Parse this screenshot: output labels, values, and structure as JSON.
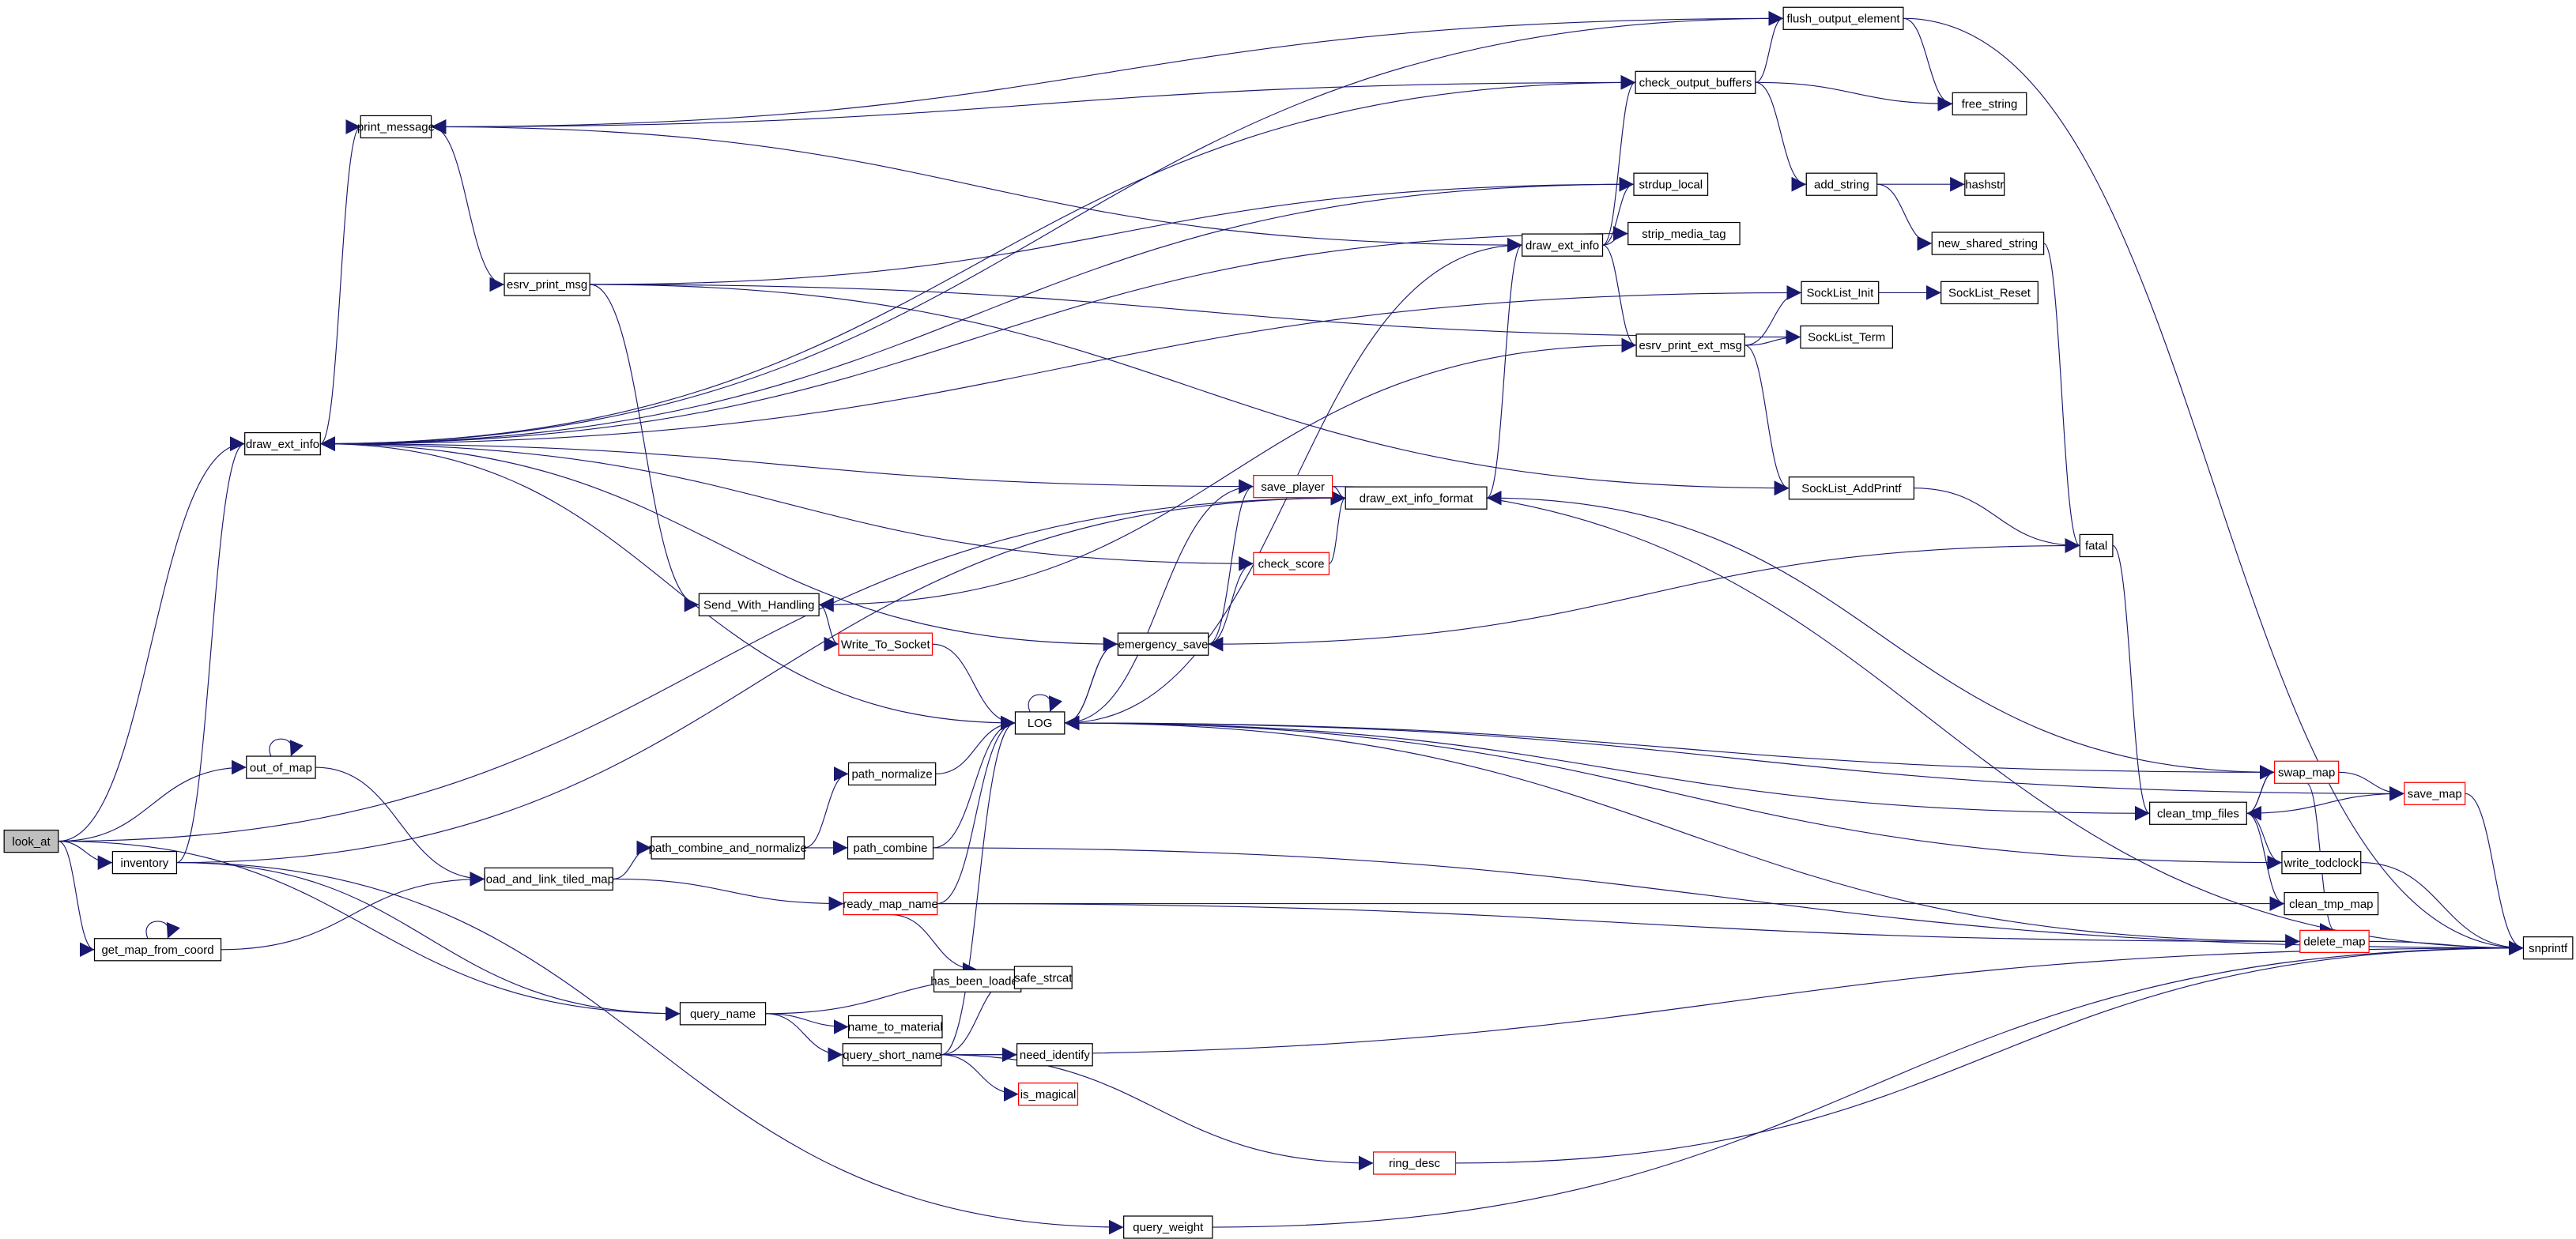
{
  "title": "look_at call graph",
  "colors": {
    "edge": "#191970",
    "border": "#000000",
    "highlight_border": "#ff0000",
    "root_fill": "#bfbfbf"
  },
  "nodes": [
    {
      "id": "look_at",
      "label": "look_at",
      "root": true
    },
    {
      "id": "draw_ext_info_l",
      "label": "draw_ext_info"
    },
    {
      "id": "print_message",
      "label": "print_message"
    },
    {
      "id": "esrv_print_msg",
      "label": "esrv_print_msg"
    },
    {
      "id": "inventory",
      "label": "inventory"
    },
    {
      "id": "out_of_map",
      "label": "out_of_map"
    },
    {
      "id": "get_map_from_coord",
      "label": "get_map_from_coord"
    },
    {
      "id": "load_and_link_tiled_map",
      "label": "load_and_link_tiled_map"
    },
    {
      "id": "path_combine_and_normalize",
      "label": "path_combine_and_normalize"
    },
    {
      "id": "path_normalize",
      "label": "path_normalize"
    },
    {
      "id": "path_combine",
      "label": "path_combine"
    },
    {
      "id": "ready_map_name",
      "label": "ready_map_name",
      "red": true
    },
    {
      "id": "has_been_loaded",
      "label": "has_been_loaded"
    },
    {
      "id": "query_name",
      "label": "query_name"
    },
    {
      "id": "name_to_material",
      "label": "name_to_material"
    },
    {
      "id": "safe_strcat",
      "label": "safe_strcat"
    },
    {
      "id": "query_short_name",
      "label": "query_short_name"
    },
    {
      "id": "need_identify",
      "label": "need_identify"
    },
    {
      "id": "is_magical",
      "label": "is_magical",
      "red": true
    },
    {
      "id": "ring_desc",
      "label": "ring_desc",
      "red": true
    },
    {
      "id": "query_weight",
      "label": "query_weight"
    },
    {
      "id": "Send_With_Handling",
      "label": "Send_With_Handling"
    },
    {
      "id": "Write_To_Socket",
      "label": "Write_To_Socket",
      "red": true
    },
    {
      "id": "LOG",
      "label": "LOG"
    },
    {
      "id": "emergency_save",
      "label": "emergency_save"
    },
    {
      "id": "save_player",
      "label": "save_player",
      "red": true
    },
    {
      "id": "check_score",
      "label": "check_score",
      "red": true
    },
    {
      "id": "draw_ext_info_format",
      "label": "draw_ext_info_format"
    },
    {
      "id": "draw_ext_info_r",
      "label": "draw_ext_info"
    },
    {
      "id": "check_output_buffers",
      "label": "check_output_buffers"
    },
    {
      "id": "flush_output_element",
      "label": "flush_output_element"
    },
    {
      "id": "free_string",
      "label": "free_string"
    },
    {
      "id": "add_string",
      "label": "add_string"
    },
    {
      "id": "hashstr",
      "label": "hashstr"
    },
    {
      "id": "new_shared_string",
      "label": "new_shared_string"
    },
    {
      "id": "strdup_local",
      "label": "strdup_local"
    },
    {
      "id": "strip_media_tag",
      "label": "strip_media_tag"
    },
    {
      "id": "esrv_print_ext_msg",
      "label": "esrv_print_ext_msg"
    },
    {
      "id": "SockList_Init",
      "label": "SockList_Init"
    },
    {
      "id": "SockList_Reset",
      "label": "SockList_Reset"
    },
    {
      "id": "SockList_Term",
      "label": "SockList_Term"
    },
    {
      "id": "SockList_AddPrintf",
      "label": "SockList_AddPrintf"
    },
    {
      "id": "fatal",
      "label": "fatal"
    },
    {
      "id": "clean_tmp_files",
      "label": "clean_tmp_files"
    },
    {
      "id": "swap_map",
      "label": "swap_map",
      "red": true
    },
    {
      "id": "save_map",
      "label": "save_map",
      "red": true
    },
    {
      "id": "write_todclock",
      "label": "write_todclock"
    },
    {
      "id": "clean_tmp_map",
      "label": "clean_tmp_map"
    },
    {
      "id": "delete_map",
      "label": "delete_map",
      "red": true
    },
    {
      "id": "snprintf",
      "label": "snprintf"
    }
  ],
  "edges": [
    [
      "look_at",
      "draw_ext_info_l"
    ],
    [
      "look_at",
      "out_of_map"
    ],
    [
      "look_at",
      "inventory"
    ],
    [
      "look_at",
      "get_map_from_coord"
    ],
    [
      "look_at",
      "query_name"
    ],
    [
      "look_at",
      "draw_ext_info_format"
    ],
    [
      "draw_ext_info_l",
      "print_message"
    ],
    [
      "draw_ext_info_l",
      "check_output_buffers"
    ],
    [
      "draw_ext_info_l",
      "flush_output_element"
    ],
    [
      "draw_ext_info_l",
      "strdup_local"
    ],
    [
      "draw_ext_info_l",
      "strip_media_tag"
    ],
    [
      "draw_ext_info_l",
      "SockList_Init"
    ],
    [
      "draw_ext_info_l",
      "LOG"
    ],
    [
      "print_message",
      "esrv_print_msg"
    ],
    [
      "check_output_buffers",
      "print_message"
    ],
    [
      "flush_output_element",
      "print_message"
    ],
    [
      "draw_ext_info_r",
      "print_message"
    ],
    [
      "esrv_print_msg",
      "strdup_local"
    ],
    [
      "esrv_print_msg",
      "SockList_Term"
    ],
    [
      "esrv_print_msg",
      "SockList_AddPrintf"
    ],
    [
      "esrv_print_msg",
      "Send_With_Handling"
    ],
    [
      "Send_With_Handling",
      "Write_To_Socket"
    ],
    [
      "Write_To_Socket",
      "LOG"
    ],
    [
      "esrv_print_ext_msg",
      "Send_With_Handling"
    ],
    [
      "draw_ext_info_r",
      "check_output_buffers"
    ],
    [
      "draw_ext_info_r",
      "strdup_local"
    ],
    [
      "draw_ext_info_r",
      "strip_media_tag"
    ],
    [
      "draw_ext_info_r",
      "esrv_print_ext_msg"
    ],
    [
      "LOG",
      "draw_ext_info_r"
    ],
    [
      "draw_ext_info_format",
      "draw_ext_info_r"
    ],
    [
      "check_output_buffers",
      "flush_output_element"
    ],
    [
      "check_output_buffers",
      "free_string"
    ],
    [
      "check_output_buffers",
      "add_string"
    ],
    [
      "flush_output_element",
      "free_string"
    ],
    [
      "flush_output_element",
      "snprintf"
    ],
    [
      "add_string",
      "hashstr"
    ],
    [
      "add_string",
      "new_shared_string"
    ],
    [
      "new_shared_string",
      "fatal"
    ],
    [
      "esrv_print_ext_msg",
      "SockList_Init"
    ],
    [
      "esrv_print_ext_msg",
      "SockList_Term"
    ],
    [
      "esrv_print_ext_msg",
      "SockList_AddPrintf"
    ],
    [
      "SockList_Init",
      "SockList_Reset"
    ],
    [
      "SockList_AddPrintf",
      "fatal"
    ],
    [
      "fatal",
      "emergency_save"
    ],
    [
      "fatal",
      "clean_tmp_files"
    ],
    [
      "emergency_save",
      "save_player"
    ],
    [
      "emergency_save",
      "check_score"
    ],
    [
      "emergency_save",
      "LOG"
    ],
    [
      "LOG",
      "emergency_save"
    ],
    [
      "emergency_save",
      "draw_ext_info_l"
    ],
    [
      "save_player",
      "draw_ext_info_format"
    ],
    [
      "save_player",
      "draw_ext_info_l"
    ],
    [
      "save_player",
      "snprintf"
    ],
    [
      "save_player",
      "LOG"
    ],
    [
      "check_score",
      "draw_ext_info_format"
    ],
    [
      "check_score",
      "draw_ext_info_l"
    ],
    [
      "clean_tmp_files",
      "LOG"
    ],
    [
      "clean_tmp_files",
      "swap_map"
    ],
    [
      "clean_tmp_files",
      "save_map"
    ],
    [
      "clean_tmp_files",
      "write_todclock"
    ],
    [
      "clean_tmp_files",
      "clean_tmp_map"
    ],
    [
      "swap_map",
      "LOG"
    ],
    [
      "swap_map",
      "save_map"
    ],
    [
      "swap_map",
      "delete_map"
    ],
    [
      "swap_map",
      "draw_ext_info_format"
    ],
    [
      "swap_map",
      "clean_tmp_files"
    ],
    [
      "save_map",
      "LOG"
    ],
    [
      "save_map",
      "snprintf"
    ],
    [
      "write_todclock",
      "LOG"
    ],
    [
      "write_todclock",
      "snprintf"
    ],
    [
      "delete_map",
      "LOG"
    ],
    [
      "delete_map",
      "snprintf"
    ],
    [
      "LOG",
      "LOG"
    ],
    [
      "inventory",
      "draw_ext_info_l"
    ],
    [
      "inventory",
      "query_name"
    ],
    [
      "inventory",
      "query_weight"
    ],
    [
      "inventory",
      "draw_ext_info_format"
    ],
    [
      "out_of_map",
      "out_of_map"
    ],
    [
      "out_of_map",
      "load_and_link_tiled_map"
    ],
    [
      "get_map_from_coord",
      "get_map_from_coord"
    ],
    [
      "get_map_from_coord",
      "load_and_link_tiled_map"
    ],
    [
      "load_and_link_tiled_map",
      "path_combine_and_normalize"
    ],
    [
      "load_and_link_tiled_map",
      "ready_map_name"
    ],
    [
      "path_combine_and_normalize",
      "path_normalize"
    ],
    [
      "path_combine_and_normalize",
      "path_combine"
    ],
    [
      "path_normalize",
      "LOG"
    ],
    [
      "path_combine",
      "LOG"
    ],
    [
      "path_combine",
      "snprintf"
    ],
    [
      "ready_map_name",
      "LOG"
    ],
    [
      "ready_map_name",
      "has_been_loaded"
    ],
    [
      "ready_map_name",
      "clean_tmp_map"
    ],
    [
      "ready_map_name",
      "delete_map"
    ],
    [
      "query_name",
      "safe_strcat"
    ],
    [
      "query_name",
      "name_to_material"
    ],
    [
      "query_name",
      "query_short_name"
    ],
    [
      "query_short_name",
      "LOG"
    ],
    [
      "query_short_name",
      "safe_strcat"
    ],
    [
      "query_short_name",
      "need_identify"
    ],
    [
      "query_short_name",
      "is_magical"
    ],
    [
      "query_short_name",
      "ring_desc"
    ],
    [
      "query_short_name",
      "snprintf"
    ],
    [
      "ring_desc",
      "snprintf"
    ],
    [
      "query_weight",
      "snprintf"
    ]
  ]
}
